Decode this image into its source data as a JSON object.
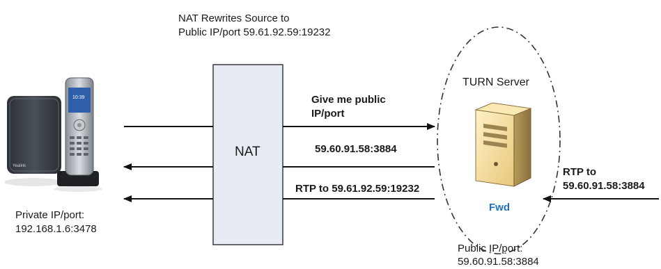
{
  "nat_note": {
    "line1": "NAT Rewrites Source to",
    "line2": "Public IP/port 59.61.92.59:19232"
  },
  "nat_box": {
    "label": "NAT"
  },
  "turn": {
    "label": "TURN Server",
    "fwd_label": "Fwd"
  },
  "arrows": {
    "request_line1": "Give me public",
    "request_line2": "IP/port",
    "response": "59.60.91.58:3884",
    "rtp_to_phone": "RTP to 59.61.92.59:19232",
    "rtp_in_line1": "RTP to",
    "rtp_in_line2": "59.60.91.58:3884"
  },
  "private_info": {
    "line1": "Private IP/port:",
    "line2": "192.168.1.6:3478"
  },
  "public_info": {
    "line1": "Public IP/port:",
    "line2": "59.60.91.58:3884"
  },
  "device": {
    "base_brand": "Yealink",
    "handset_time": "10:39"
  },
  "colors": {
    "arrow": "#111111",
    "nat_fill": "#e7ebf3",
    "fwd": "#1f6fc0"
  }
}
